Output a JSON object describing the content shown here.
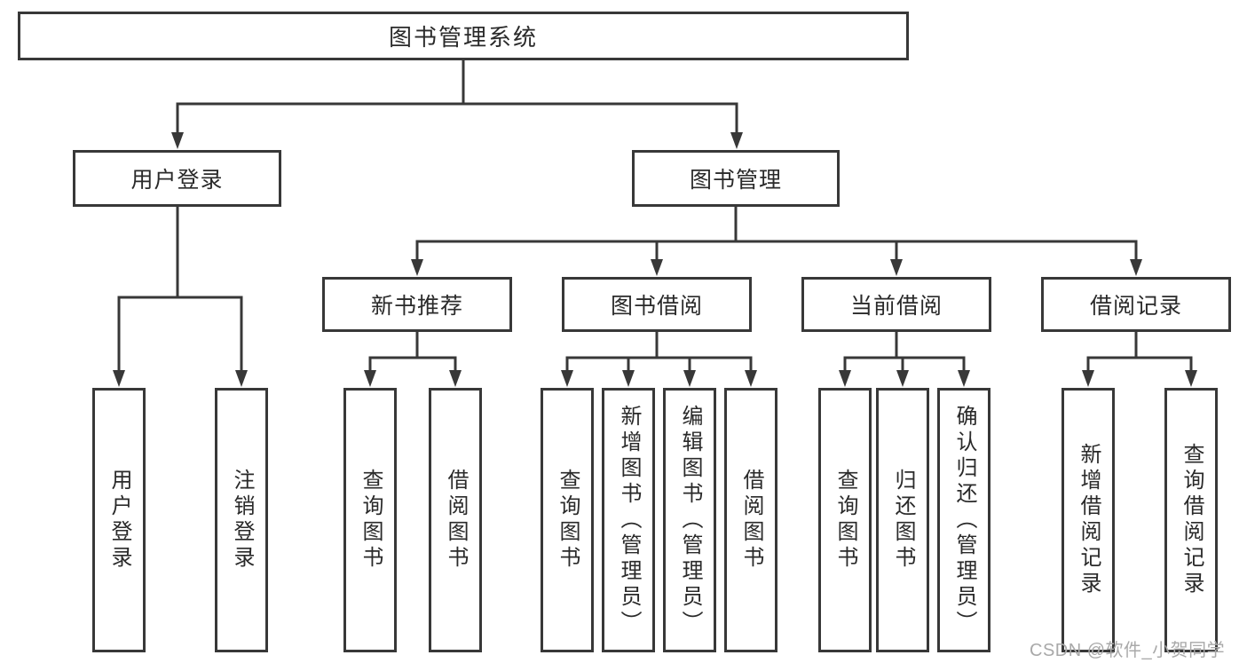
{
  "tree": {
    "label": "图书管理系统",
    "children": [
      {
        "label": "用户登录",
        "children": [
          {
            "label": "用户登录"
          },
          {
            "label": "注销登录"
          }
        ]
      },
      {
        "label": "图书管理",
        "children": [
          {
            "label": "新书推荐",
            "children": [
              {
                "label": "查询图书"
              },
              {
                "label": "借阅图书"
              }
            ]
          },
          {
            "label": "图书借阅",
            "children": [
              {
                "label": "查询图书"
              },
              {
                "label": "新增图书（管理员）"
              },
              {
                "label": "编辑图书（管理员）"
              },
              {
                "label": "借阅图书"
              }
            ]
          },
          {
            "label": "当前借阅",
            "children": [
              {
                "label": "查询图书"
              },
              {
                "label": "归还图书"
              },
              {
                "label": "确认归还（管理员）"
              }
            ]
          },
          {
            "label": "借阅记录",
            "children": [
              {
                "label": "新增借阅记录"
              },
              {
                "label": "查询借阅记录"
              }
            ]
          }
        ]
      }
    ]
  },
  "watermark": "CSDN @软件_小贺同学",
  "colors": {
    "line": "#383838",
    "text": "#2a2a2a",
    "watermark": "#a9a9a9",
    "background": "#ffffff"
  }
}
